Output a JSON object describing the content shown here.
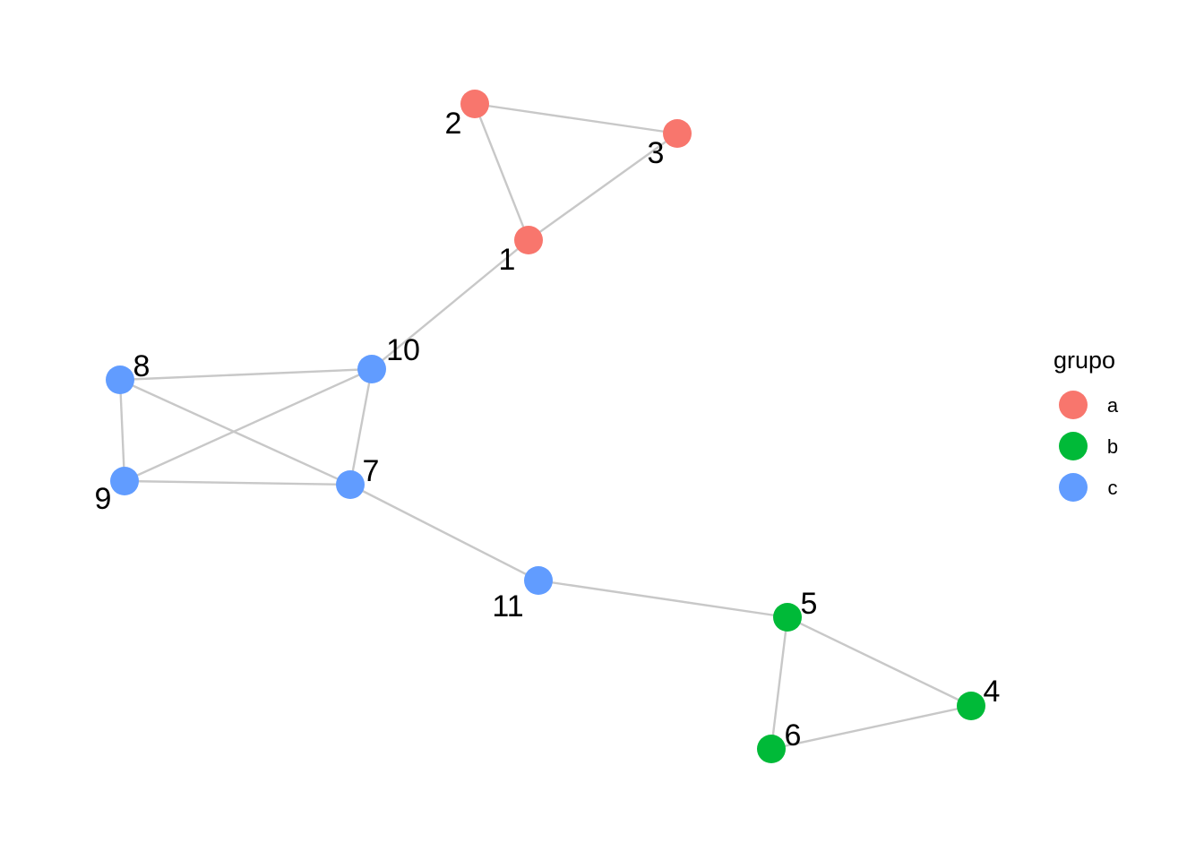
{
  "legend": {
    "title": "grupo",
    "groups": [
      {
        "key": "a",
        "label": "a",
        "color": "#f8766d"
      },
      {
        "key": "b",
        "label": "b",
        "color": "#00ba38"
      },
      {
        "key": "c",
        "label": "c",
        "color": "#619cff"
      }
    ]
  },
  "graph": {
    "nodes": [
      {
        "id": "1",
        "label": "1",
        "group": "a"
      },
      {
        "id": "2",
        "label": "2",
        "group": "a"
      },
      {
        "id": "3",
        "label": "3",
        "group": "a"
      },
      {
        "id": "4",
        "label": "4",
        "group": "b"
      },
      {
        "id": "5",
        "label": "5",
        "group": "b"
      },
      {
        "id": "6",
        "label": "6",
        "group": "b"
      },
      {
        "id": "7",
        "label": "7",
        "group": "c"
      },
      {
        "id": "8",
        "label": "8",
        "group": "c"
      },
      {
        "id": "9",
        "label": "9",
        "group": "c"
      },
      {
        "id": "10",
        "label": "10",
        "group": "c"
      },
      {
        "id": "11",
        "label": "11",
        "group": "c"
      }
    ],
    "edges": [
      {
        "source": "2",
        "target": "3"
      },
      {
        "source": "2",
        "target": "1"
      },
      {
        "source": "3",
        "target": "1"
      },
      {
        "source": "1",
        "target": "10"
      },
      {
        "source": "8",
        "target": "10"
      },
      {
        "source": "8",
        "target": "9"
      },
      {
        "source": "8",
        "target": "7"
      },
      {
        "source": "9",
        "target": "10"
      },
      {
        "source": "9",
        "target": "7"
      },
      {
        "source": "10",
        "target": "7"
      },
      {
        "source": "7",
        "target": "11"
      },
      {
        "source": "11",
        "target": "5"
      },
      {
        "source": "5",
        "target": "4"
      },
      {
        "source": "5",
        "target": "6"
      },
      {
        "source": "6",
        "target": "4"
      }
    ]
  }
}
